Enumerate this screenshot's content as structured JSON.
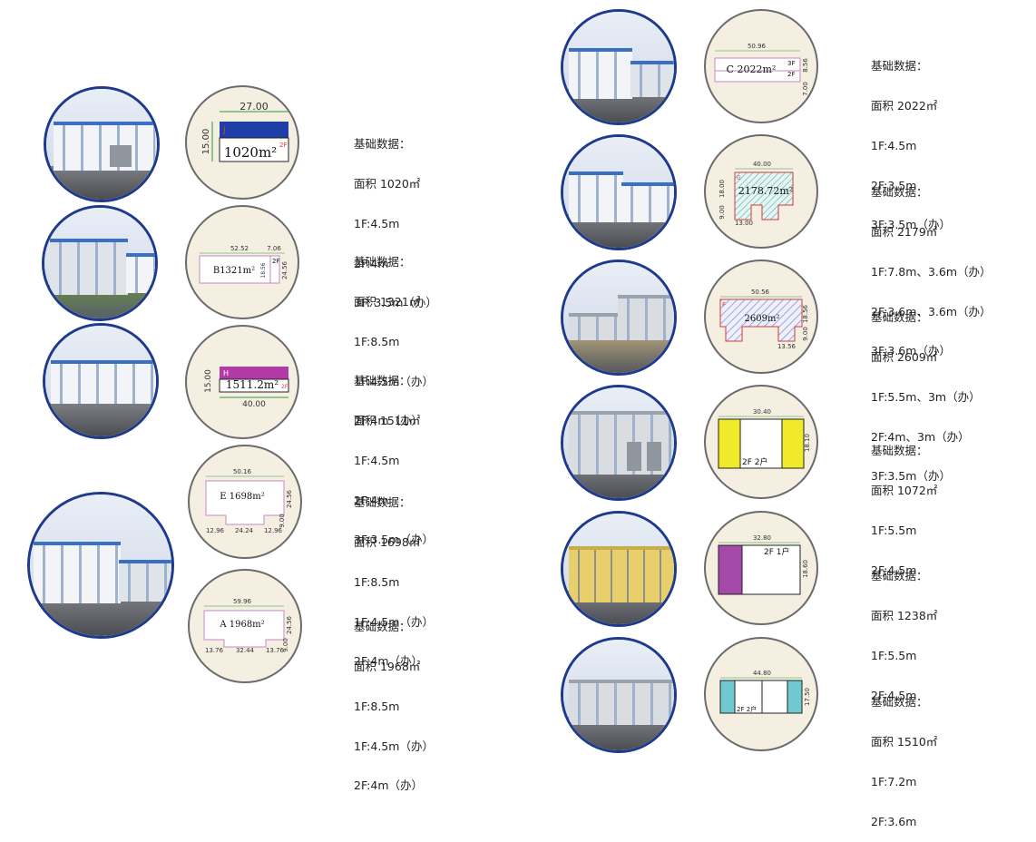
{
  "header": "基础数据：",
  "buildings": [
    {
      "id": "J",
      "lines": [
        "面积 1020㎡",
        "1F:4.5m",
        "2F:4m",
        "3F: 3.5m（办）"
      ],
      "plan": {
        "w": "27.00",
        "h": "15.00",
        "area": "1020m²",
        "floor": "2F"
      }
    },
    {
      "id": "B",
      "lines": [
        "面积 1321㎡",
        "1F:8.5m",
        "1F:4.5m（办）",
        "2F:4m（办）"
      ],
      "plan": {
        "w": "52.52",
        "w2": "7.06",
        "h": "24.56",
        "h2": "18.56",
        "area": "B1321m²",
        "floor": "2F"
      }
    },
    {
      "id": "H",
      "lines": [
        "面积 1511㎡",
        "1F:4.5m",
        "2F:4m",
        "3F:3.5m（办）"
      ],
      "plan": {
        "w": "40.00",
        "h": "15.00",
        "area": "1511.2m²",
        "floor": "2F"
      }
    },
    {
      "id": "E",
      "lines": [
        "面积 1698㎡",
        "1F:8.5m",
        "1F:4.5m（办）",
        "2F:4m（办）"
      ],
      "plan": {
        "w": "50.16",
        "h": "24.56",
        "h2": "9.00",
        "a": "12.96",
        "b": "24.24",
        "c": "12.96",
        "area": "E 1698m²"
      }
    },
    {
      "id": "A",
      "lines": [
        "面积 1968㎡",
        "1F:8.5m",
        "1F:4.5m（办）",
        "2F:4m（办）"
      ],
      "plan": {
        "w": "59.96",
        "h": "24.56",
        "h2": "9.00",
        "a": "13.76",
        "b": "32.44",
        "c": "13.76",
        "area": "A 1968m²"
      }
    },
    {
      "id": "C",
      "lines": [
        "面积 2022㎡",
        "1F:4.5m",
        "2F:3.5m",
        "3F:3.5m（办）"
      ],
      "plan": {
        "w": "50.96",
        "h": "8.56",
        "h2": "7.00",
        "area": "C 2022m²",
        "f3": "3F",
        "f2": "2F"
      }
    },
    {
      "id": "G",
      "lines": [
        "面积 2179㎡",
        "1F:7.8m、3.6m（办）",
        "2F:3.6m、3.6m（办）",
        "3F:3.6m（办）"
      ],
      "plan": {
        "w": "40.00",
        "h": "18.00",
        "h2": "9.00",
        "a": "13.00",
        "area": "2178.72m²"
      }
    },
    {
      "id": "F",
      "lines": [
        "面积 2609㎡",
        "1F:5.5m、3m（办）",
        "2F:4m、3m（办）",
        "3F:3.5m（办）"
      ],
      "plan": {
        "w": "50.56",
        "h": "18.56",
        "h2": "9.00",
        "a": "13.56",
        "area": "2609m²"
      }
    },
    {
      "id": "K1",
      "lines": [
        "面积 1072㎡",
        "1F:5.5m",
        "2F:4.5m"
      ],
      "plan": {
        "w": "30.40",
        "h": "18.10",
        "label": "2F  2户"
      }
    },
    {
      "id": "K2",
      "lines": [
        "面积 1238㎡",
        "1F:5.5m",
        "2F:4.5m"
      ],
      "plan": {
        "w": "32.80",
        "h": "18.60",
        "label": "2F  1户"
      }
    },
    {
      "id": "K3",
      "lines": [
        "面积 1510㎡",
        "1F:7.2m",
        "2F:3.6m"
      ],
      "plan": {
        "w": "44.80",
        "h": "17.50",
        "label": "2F  2户"
      }
    }
  ],
  "colors": {
    "ring": "#1d3a8c",
    "planBg": "#f5efe2",
    "blue": "#1f3fa8",
    "magenta": "#b23aa6",
    "yellow": "#f1ea2a",
    "purple": "#a449a8",
    "cyan": "#6fc9d1"
  }
}
